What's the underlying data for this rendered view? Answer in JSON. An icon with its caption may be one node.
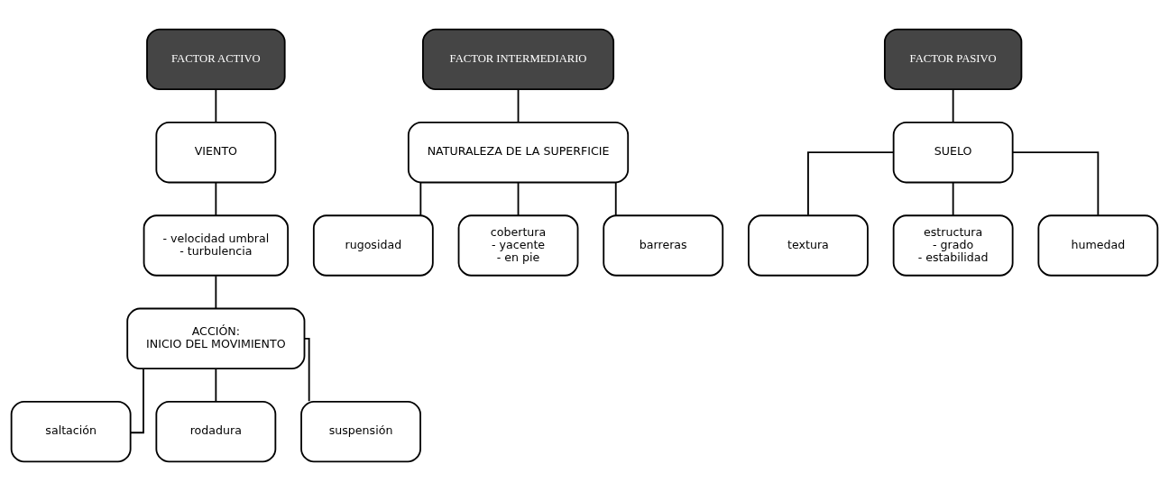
{
  "diagram": {
    "nodes": [
      {
        "text": [
          "FACTOR ACTIVO"
        ]
      },
      {
        "text": [
          "VIENTO"
        ]
      },
      {
        "text": [
          "- velocidad umbral",
          "- turbulencia"
        ]
      },
      {
        "text": [
          "ACCIÓN:",
          "INICIO DEL MOVIMIENTO"
        ]
      },
      {
        "text": [
          "saltación"
        ]
      },
      {
        "text": [
          "rodadura"
        ]
      },
      {
        "text": [
          "suspensión"
        ]
      },
      {
        "text": [
          "FACTOR INTERMEDIARIO"
        ]
      },
      {
        "text": [
          "NATURALEZA DE LA SUPERFICIE"
        ]
      },
      {
        "text": [
          "rugosidad"
        ]
      },
      {
        "text": [
          "cobertura",
          "- yacente",
          "- en pie"
        ]
      },
      {
        "text": [
          "barreras"
        ]
      },
      {
        "text": [
          "FACTOR PASIVO"
        ]
      },
      {
        "text": [
          "SUELO"
        ]
      },
      {
        "text": [
          "textura"
        ]
      },
      {
        "text": [
          "estructura",
          "- grado",
          "- estabilidad"
        ]
      },
      {
        "text": [
          "humedad"
        ]
      }
    ],
    "edges": [
      {
        "from": 0,
        "to": 1,
        "arrow": "none"
      },
      {
        "from": 1,
        "to": 2,
        "arrow": "none"
      },
      {
        "from": 2,
        "to": 3,
        "arrow": "none"
      },
      {
        "from": 3,
        "to": 4,
        "arrow": "none"
      },
      {
        "from": 3,
        "to": 5,
        "arrow": "none"
      },
      {
        "from": 3,
        "to": 6,
        "arrow": "none"
      },
      {
        "from": 7,
        "to": 8,
        "arrow": "none"
      },
      {
        "from": 8,
        "to": 9,
        "arrow": "none"
      },
      {
        "from": 8,
        "to": 10,
        "arrow": "none"
      },
      {
        "from": 8,
        "to": 11,
        "arrow": "none"
      },
      {
        "from": 12,
        "to": 13,
        "arrow": "none"
      },
      {
        "from": 13,
        "to": 14,
        "arrow": "none"
      },
      {
        "from": 13,
        "to": 15,
        "arrow": "none"
      },
      {
        "from": 13,
        "to": 16,
        "arrow": "none"
      }
    ]
  }
}
